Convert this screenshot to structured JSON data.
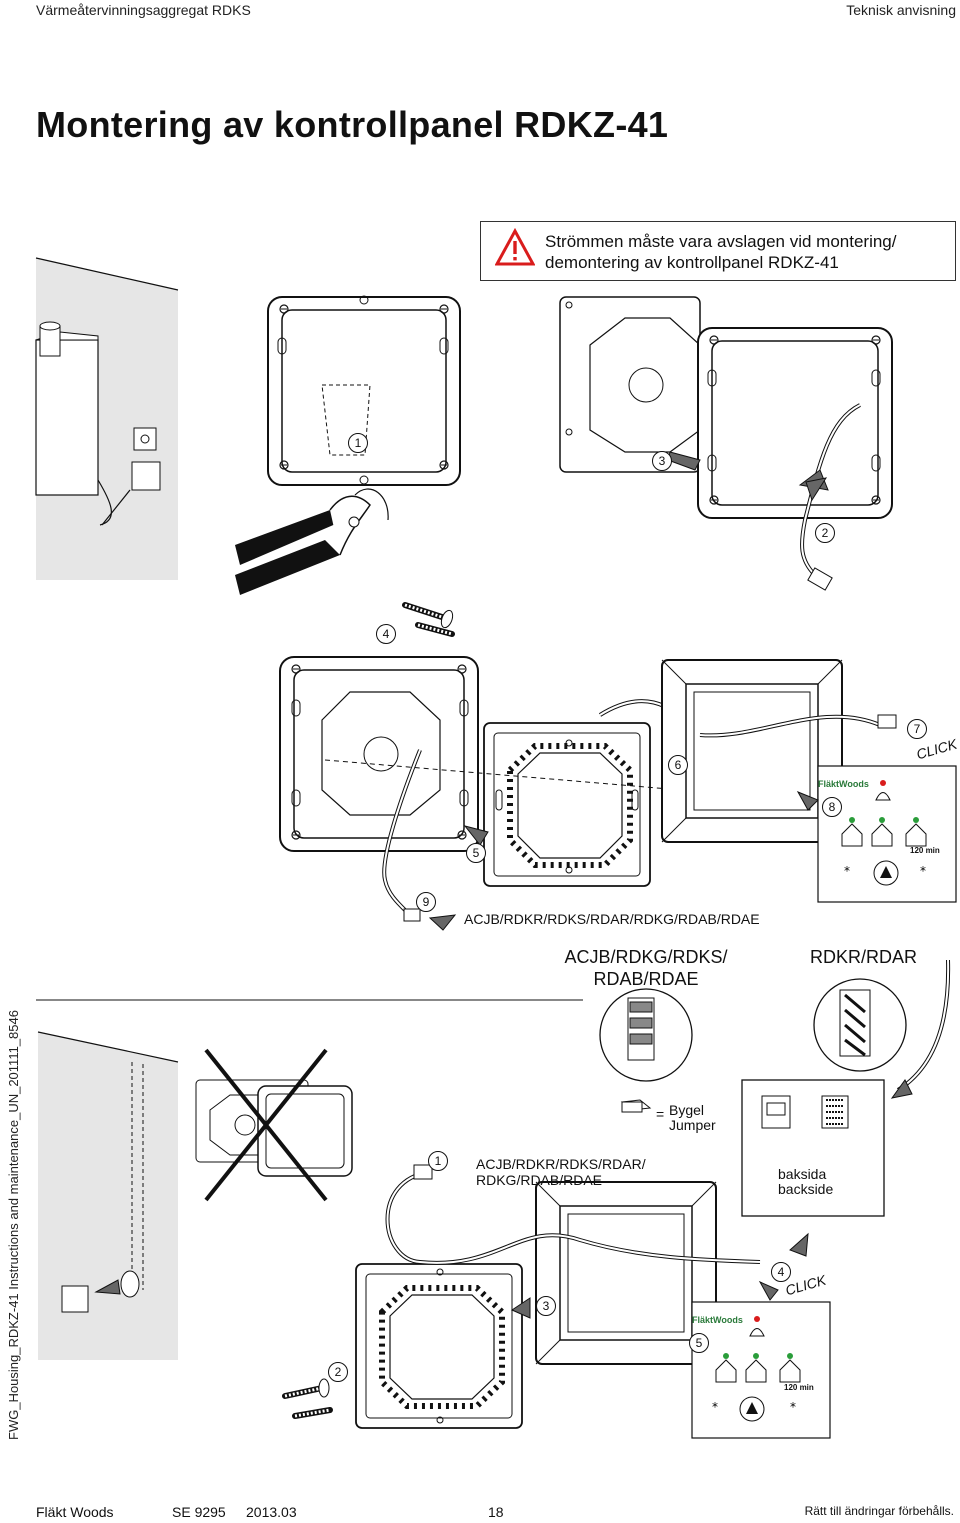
{
  "header": {
    "left": "Värmeåtervinningsaggregat RDKS",
    "right": "Teknisk anvisning"
  },
  "title": "Montering av kontrollpanel RDKZ-41",
  "warning": {
    "line1": "Strömmen måste vara avslagen vid montering/",
    "line2": "demontering av kontrollpanel RDKZ-41",
    "icon": "warning-triangle-icon",
    "color": "#d91c1c"
  },
  "steps_top": [
    "1",
    "2",
    "3",
    "4",
    "5",
    "6",
    "7",
    "8",
    "9"
  ],
  "click_label": "CLICK",
  "models_all": "ACJB/RDKR/RDKS/RDAR/RDKG/RDAB/RDAE",
  "models_left_line1": "ACJB/RDKG/RDKS/",
  "models_left_line2": "RDAB/RDAE",
  "models_right": "RDKR/RDAR",
  "jumper_line1": "Bygel",
  "jumper_line2": "Jumper",
  "jumper_eq": "=",
  "models_lower_line1": "ACJB/RDKR/RDKS/RDAR/",
  "models_lower_line2": "RDKG/RDAB/RDAE",
  "backside_line1": "baksida",
  "backside_line2": "backside",
  "steps_bottom": [
    "1",
    "2",
    "3",
    "4",
    "5"
  ],
  "panel": {
    "brand": "FläktWoods",
    "timer": "120 min"
  },
  "sidebar_text": "FWG_Housing_RDKZ-41 Instructions and maintenance_UN_201111_8546",
  "footer": {
    "company": "Fläkt Woods",
    "doc": "SE 9295",
    "date": "2013.03",
    "page": "18",
    "rights": "Rätt till ändringar förbehålls."
  }
}
